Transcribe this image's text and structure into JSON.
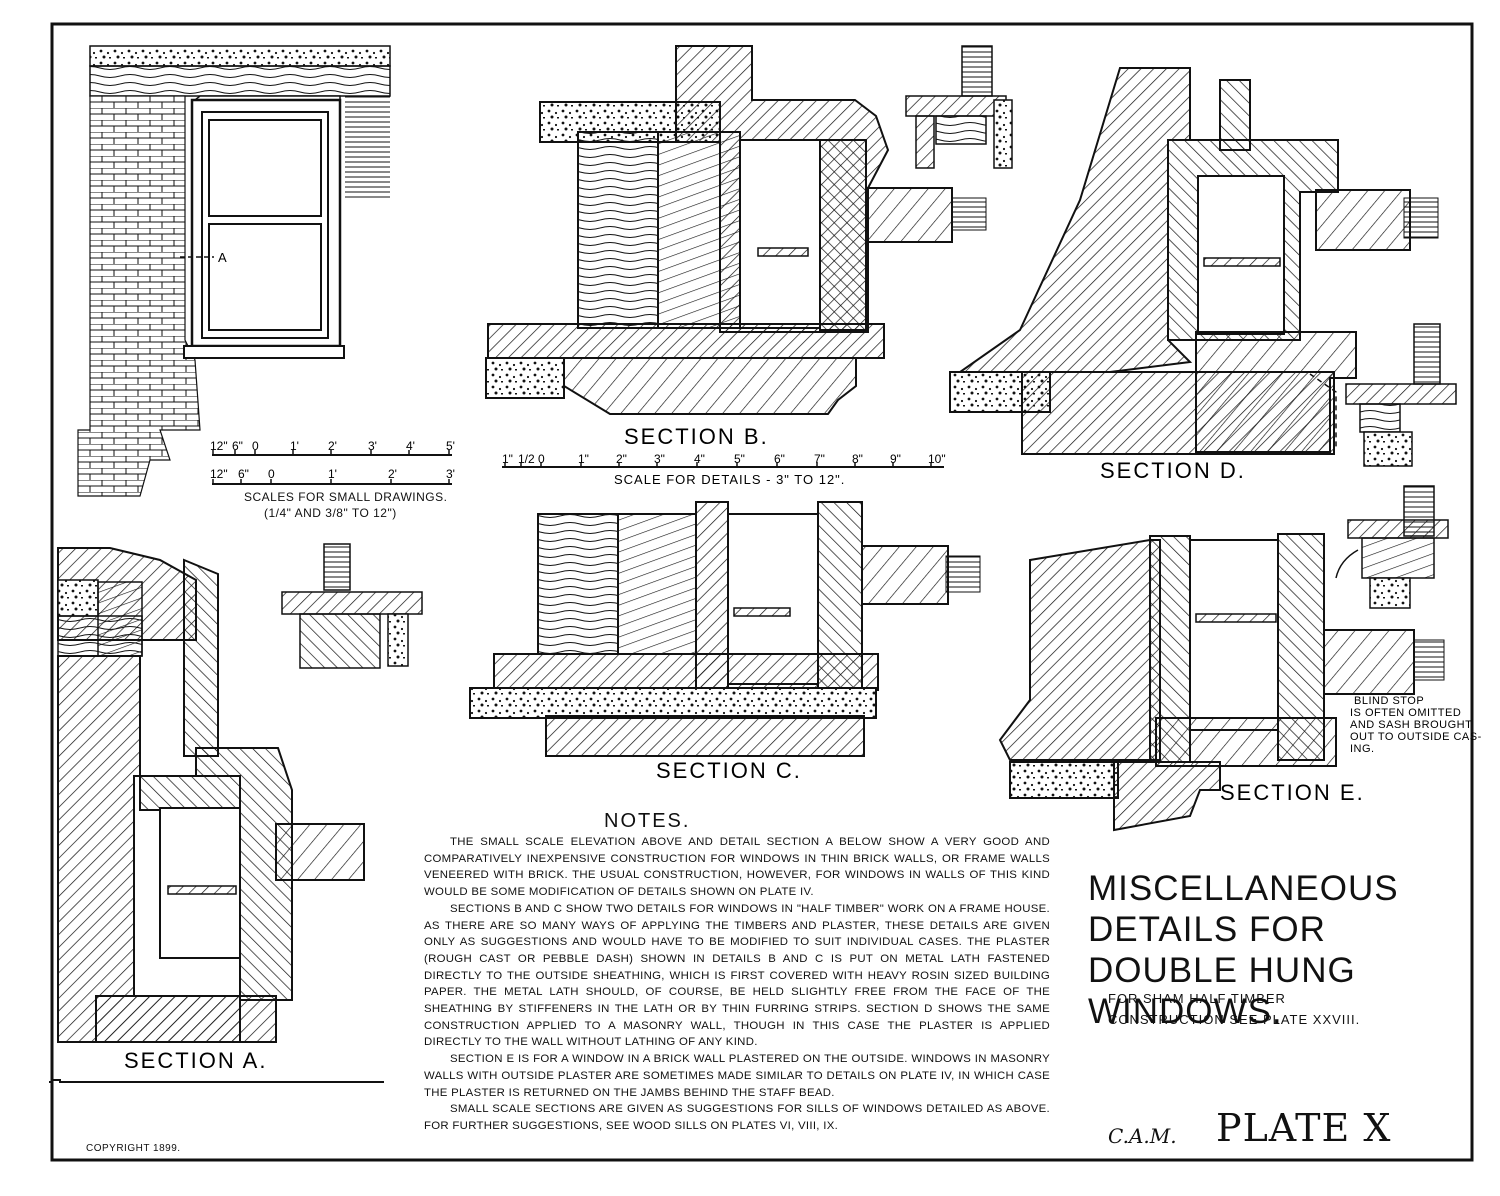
{
  "plate": {
    "title": "MISCELLANEOUS DETAILS FOR DOUBLE HUNG WINDOWS.",
    "subtitle": "FOR SHAM HALF TIMBER CONSTRUCTION SEE PLATE XXVIII.",
    "plate_number": "PLATE X",
    "copyright": "COPYRIGHT 1899.",
    "signature": "C.A.M."
  },
  "sections": {
    "a": "SECTION A.",
    "b": "SECTION B.",
    "c": "SECTION C.",
    "d": "SECTION D.",
    "e": "SECTION E.",
    "elevation_marker": "A"
  },
  "scales": {
    "small_title": "SCALES FOR SMALL DRAWINGS.",
    "small_subtitle": "(1/4\" AND 3/8\" TO 12\")",
    "small_row1": [
      "12\"",
      "6\"",
      "0",
      "1'",
      "2'",
      "3'",
      "4'",
      "5'"
    ],
    "small_row2": [
      "12\"",
      "6\"",
      "0",
      "1'",
      "2'",
      "3'"
    ],
    "detail_title": "SCALE FOR DETAILS - 3\" TO 12\".",
    "detail_ticks": [
      "1\"",
      "1/2",
      "0",
      "1\"",
      "2\"",
      "3\"",
      "4\"",
      "5\"",
      "6\"",
      "7\"",
      "8\"",
      "9\"",
      "10\""
    ]
  },
  "blind_stop_note": [
    "BLIND STOP",
    "IS OFTEN OMITTED",
    "AND SASH BROUGHT",
    "OUT TO OUTSIDE CAS-",
    "ING."
  ],
  "notes": {
    "title": "NOTES.",
    "paragraphs": [
      "THE SMALL SCALE ELEVATION ABOVE AND DETAIL SECTION A BELOW SHOW A VERY GOOD AND COMPARATIVELY INEXPENSIVE CONSTRUCTION FOR WINDOWS IN THIN BRICK WALLS, OR FRAME WALLS VENEERED WITH BRICK. THE USUAL CONSTRUCTION, HOWEVER, FOR WINDOWS IN WALLS OF THIS KIND WOULD BE SOME MODIFICATION OF DETAILS SHOWN ON PLATE IV.",
      "SECTIONS B AND C SHOW TWO DETAILS FOR WINDOWS IN \"HALF TIMBER\" WORK ON A FRAME HOUSE. AS THERE ARE SO MANY WAYS OF APPLYING THE TIMBERS AND PLASTER, THESE DETAILS ARE GIVEN ONLY AS SUGGESTIONS AND WOULD HAVE TO BE MODIFIED TO SUIT INDIVIDUAL CASES. THE PLASTER (ROUGH CAST OR PEBBLE DASH) SHOWN IN DETAILS B AND C IS PUT ON METAL LATH FASTENED DIRECTLY TO THE OUTSIDE SHEATHING, WHICH IS FIRST COVERED WITH HEAVY ROSIN SIZED BUILDING PAPER. THE METAL LATH SHOULD, OF COURSE, BE HELD SLIGHTLY FREE FROM THE FACE OF THE SHEATHING BY STIFFENERS IN THE LATH OR BY THIN FURRING STRIPS. SECTION D SHOWS THE SAME CONSTRUCTION APPLIED TO A MASONRY WALL, THOUGH IN THIS CASE THE PLASTER IS APPLIED DIRECTLY TO THE WALL WITHOUT LATHING OF ANY KIND.",
      "SECTION E IS FOR A WINDOW IN A BRICK WALL PLASTERED ON THE OUTSIDE. WINDOWS IN MASONRY WALLS WITH OUTSIDE PLASTER ARE SOMETIMES MADE SIMILAR TO DETAILS ON PLATE IV, IN WHICH CASE THE PLASTER IS RETURNED ON THE JAMBS BEHIND THE STAFF BEAD.",
      "SMALL SCALE SECTIONS ARE GIVEN AS SUGGESTIONS FOR SILLS OF WINDOWS DETAILED AS ABOVE. FOR FURTHER SUGGESTIONS, SEE WOOD SILLS ON PLATES VI, VIII, IX."
    ]
  }
}
